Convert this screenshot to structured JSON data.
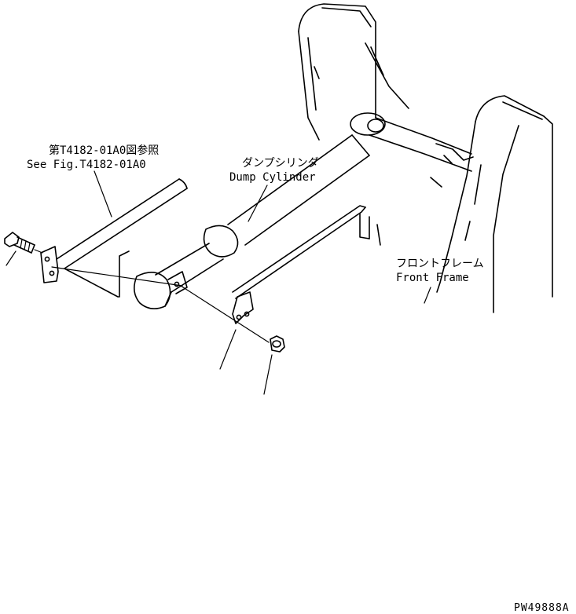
{
  "labels": {
    "ref_jp": "第T4182-01A0図参照",
    "ref_en": "See Fig.T4182-01A0",
    "cyl_jp": "ダンプシリンダ",
    "cyl_en": "Dump Cylinder",
    "frame_jp": "フロントフレーム",
    "frame_en": "Front Frame"
  },
  "figure_code": "PW49888A"
}
